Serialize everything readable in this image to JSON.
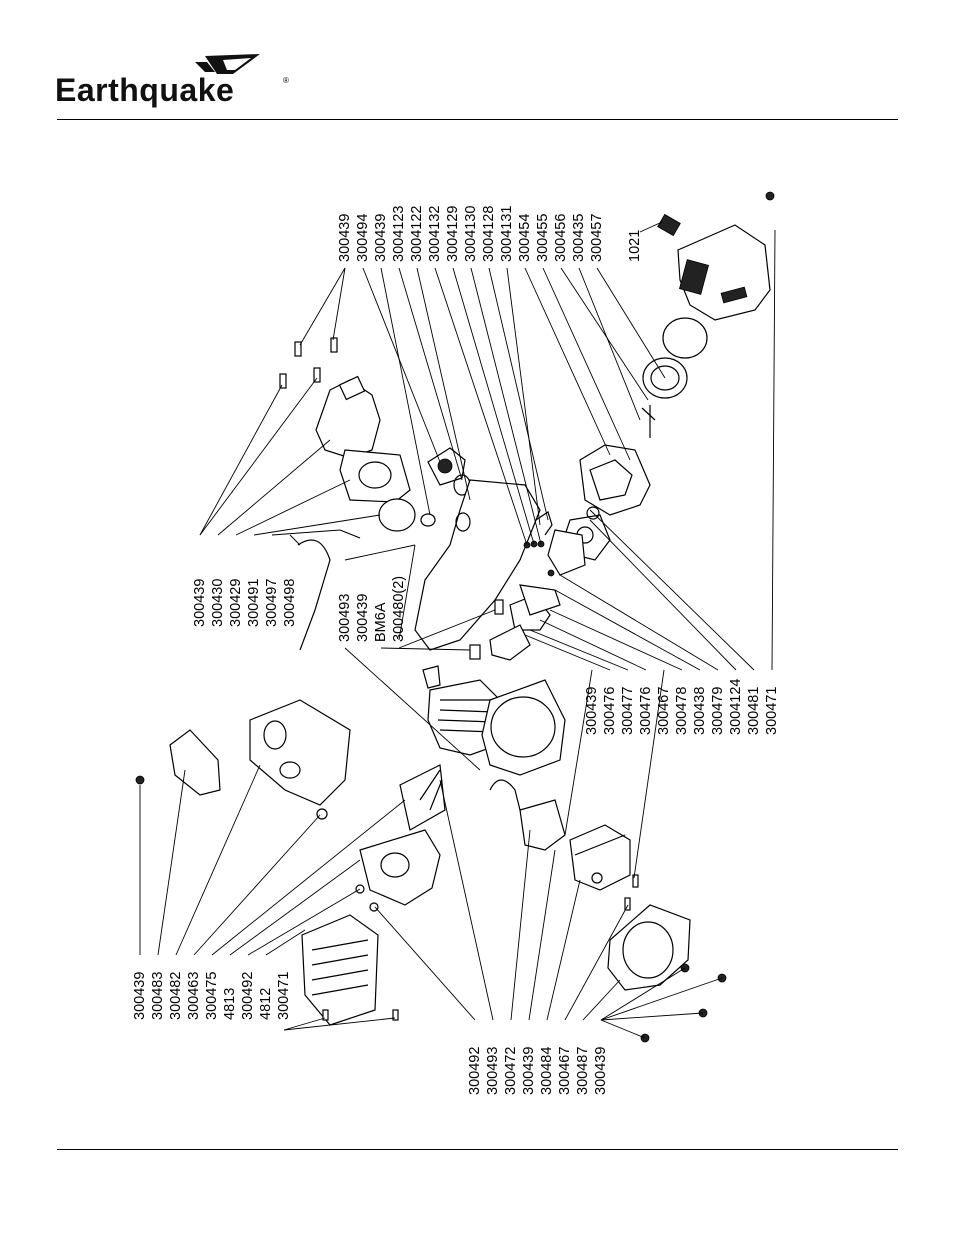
{
  "brand": {
    "name": "Earthquake",
    "registered": "®"
  },
  "labels": {
    "top_group": [
      "300439",
      "300494",
      "300439",
      "3004123",
      "3004122",
      "3004132",
      "3004129",
      "3004130",
      "3004128",
      "3004131",
      "300454",
      "300455",
      "300456",
      "300435",
      "300457"
    ],
    "top_right": [
      "1021"
    ],
    "left_mid": [
      "300439",
      "300430",
      "300429",
      "300491",
      "300497",
      "300498"
    ],
    "center_mid": [
      "300493",
      "300439",
      "BM6A",
      "300480(2)"
    ],
    "right_mid": [
      "300439",
      "300476",
      "300477",
      "300476",
      "300467",
      "300478",
      "300438",
      "300479",
      "3004124",
      "300481",
      "300471"
    ],
    "bottom_left": [
      "300439",
      "300483",
      "300482",
      "300463",
      "300475",
      "4813",
      "300492",
      "4812",
      "300471"
    ],
    "bottom_center": [
      "300492",
      "300493",
      "300472",
      "300439",
      "300484",
      "300467",
      "300487",
      "300439"
    ]
  }
}
